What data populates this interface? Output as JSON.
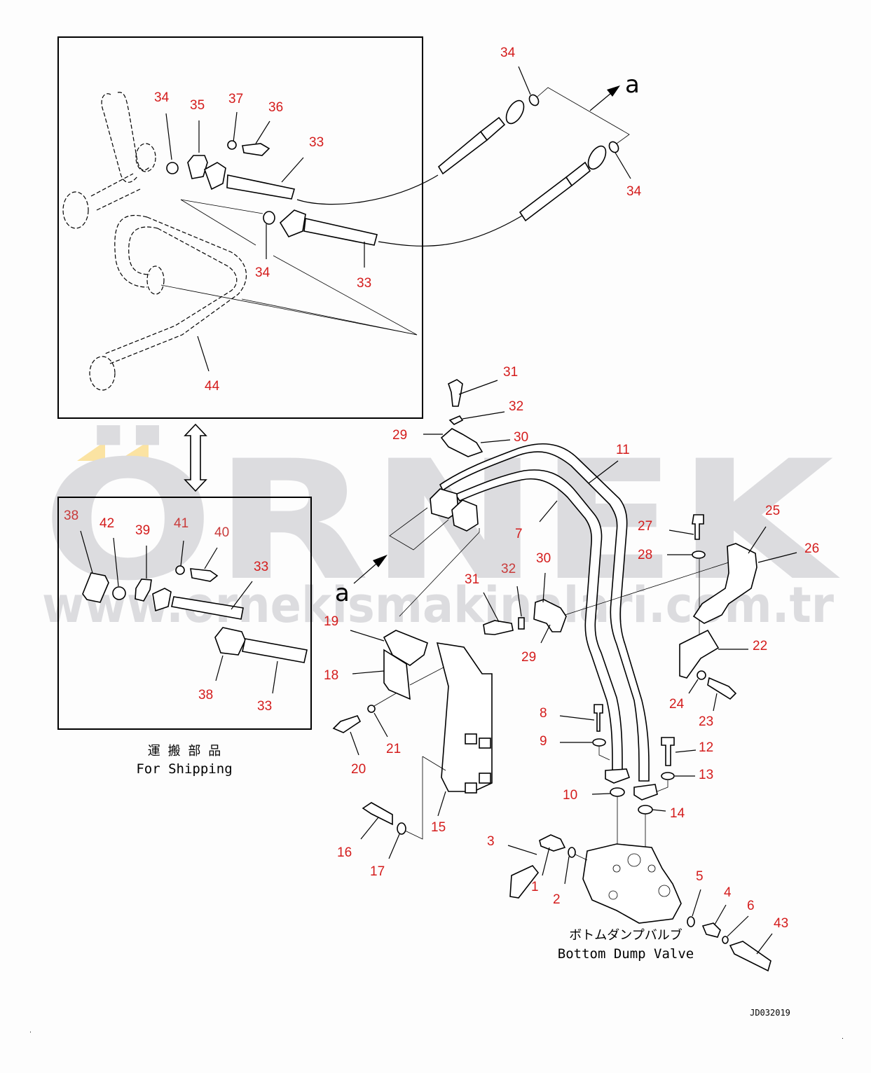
{
  "watermark": {
    "brand": "ÖRNEK",
    "url": "www.ornekismakinalari.com.tr",
    "brand_color": "#dcdcdf",
    "accent_color": "#fbe3a2"
  },
  "callout_color": "#d41c1c",
  "inset_top": {
    "callouts": [
      "34",
      "35",
      "37",
      "36",
      "33",
      "34",
      "33",
      "44"
    ]
  },
  "right_hoses": {
    "callouts": [
      "34",
      "34"
    ],
    "arrow_label": "a"
  },
  "inset_bottom": {
    "callouts": [
      "38",
      "42",
      "39",
      "41",
      "40",
      "33",
      "38",
      "33"
    ],
    "caption_jp": "運 搬 部 品",
    "caption_en": "For Shipping"
  },
  "main": {
    "arrow_label": "a",
    "callouts": {
      "c31a": "31",
      "c32a": "32",
      "c29a": "29",
      "c30a": "30",
      "c11": "11",
      "c7": "7",
      "c27": "27",
      "c25": "25",
      "c28": "28",
      "c26": "26",
      "c30b": "30",
      "c32b": "32",
      "c31b": "31",
      "c29b": "29",
      "c19": "19",
      "c18": "18",
      "c20": "20",
      "c21": "21",
      "c22": "22",
      "c24": "24",
      "c23": "23",
      "c8": "8",
      "c9": "9",
      "c12": "12",
      "c13": "13",
      "c10": "10",
      "c14": "14",
      "c15": "15",
      "c16": "16",
      "c17": "17",
      "c3": "3",
      "c1": "1",
      "c2": "2",
      "c5": "5",
      "c4": "4",
      "c6": "6",
      "c43": "43"
    },
    "valve_caption_jp": "ボトムダンプバルブ",
    "valve_caption_en": "Bottom Dump Valve"
  },
  "drawing_code": "JD032019"
}
